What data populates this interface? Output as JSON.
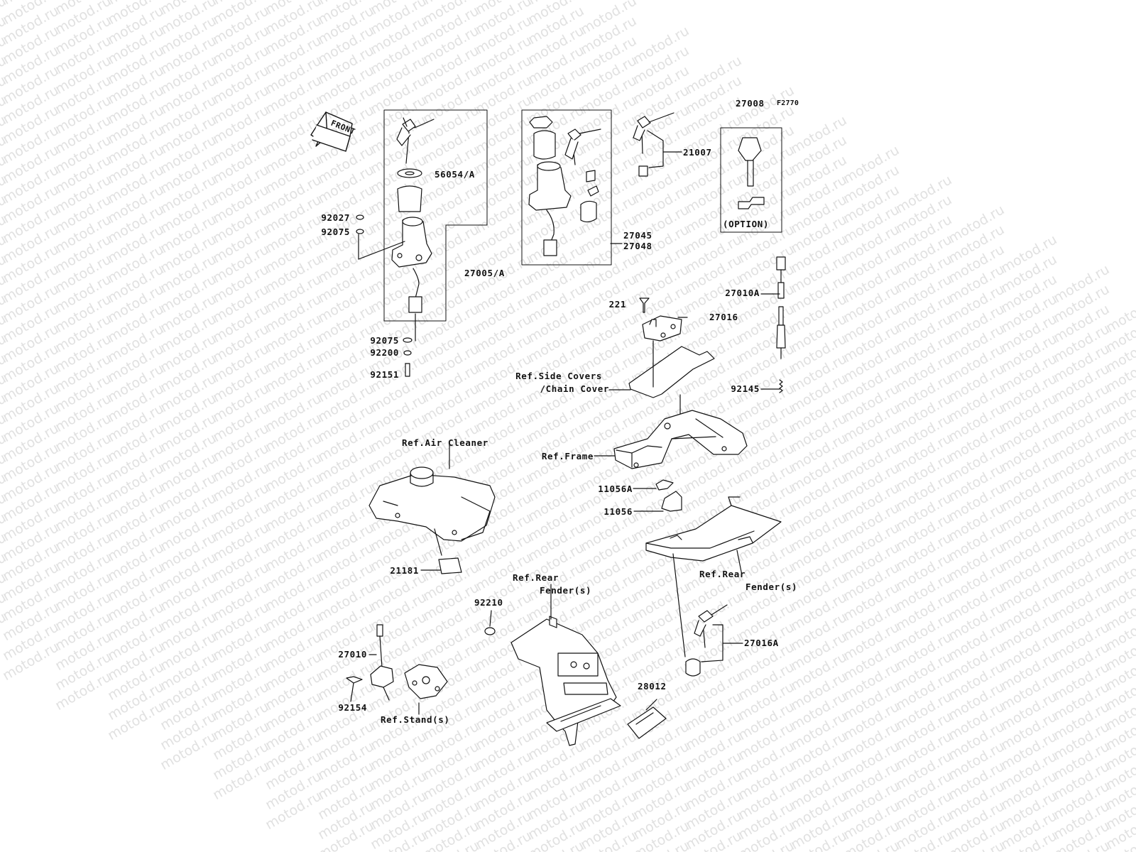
{
  "watermark": "motod.ru",
  "figure_code": "F2770",
  "front_marker": "FRONT",
  "option_text": "(OPTION)",
  "labels": {
    "p56054A": "56054/A",
    "p92027": "92027",
    "p92075a": "92075",
    "p27005A": "27005/A",
    "p92075b": "92075",
    "p92200": "92200",
    "p92151": "92151",
    "p27045": "27045",
    "p27048": "27048",
    "p21007": "21007",
    "p27008": "27008",
    "p27010A": "27010A",
    "p221": "221",
    "p27016": "27016",
    "p92145": "92145",
    "ref_side_covers_1": "Ref.Side Covers",
    "ref_side_covers_2": "/Chain Cover",
    "ref_air_cleaner": "Ref.Air Cleaner",
    "ref_frame": "Ref.Frame",
    "p11056A": "11056A",
    "p11056": "11056",
    "ref_rear_fender_r1": "Ref.Rear",
    "ref_rear_fender_r2": "Fender(s)",
    "p21181": "21181",
    "ref_rear_fender_c1": "Ref.Rear",
    "ref_rear_fender_c2": "Fender(s)",
    "p92210": "92210",
    "p27016A": "27016A",
    "p27010": "27010",
    "p92154": "92154",
    "ref_stand": "Ref.Stand(s)",
    "p28012": "28012"
  },
  "icons": [
    "front-arrow-icon",
    "key-icon",
    "ignition-switch-icon",
    "seat-lock-icon",
    "side-stand-switch-icon",
    "brake-light-switch-icon",
    "license-lamp-icon",
    "reflector-icon"
  ]
}
